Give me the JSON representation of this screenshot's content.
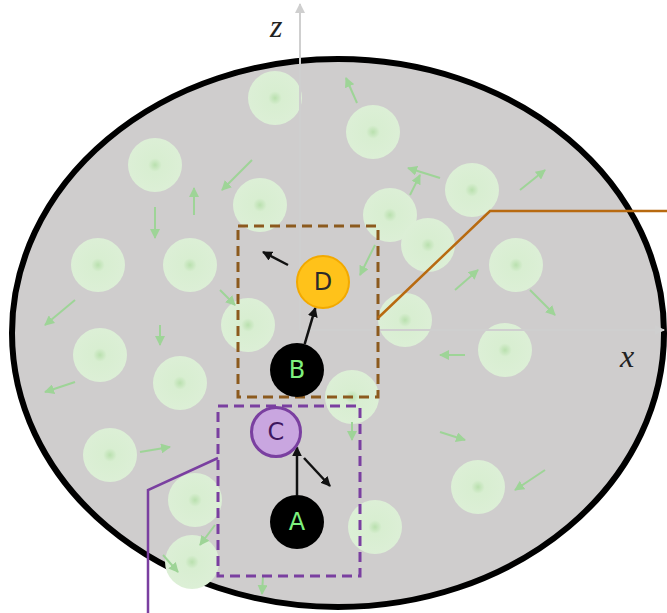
{
  "diagram": {
    "nodes": [
      {
        "text": [
          "D"
        ]
      },
      {
        "text": [
          "B"
        ]
      },
      {
        "text": [
          "C"
        ]
      },
      {
        "text": [
          "A"
        ]
      }
    ],
    "edges": [
      {
        "from": 1,
        "to": 0,
        "arrow": "to"
      },
      {
        "from": 3,
        "to": 2,
        "arrow": "to"
      }
    ],
    "labels": [
      "z",
      "x"
    ]
  }
}
